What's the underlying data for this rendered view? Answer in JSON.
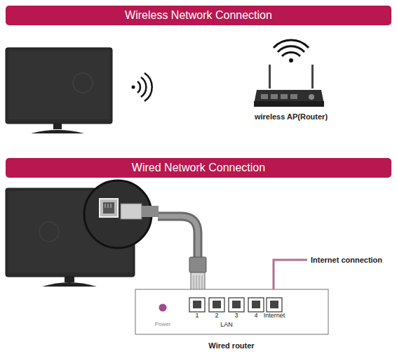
{
  "diagram": {
    "nodes": [
      {
        "text": [
          "Wireless Network Connection"
        ]
      },
      {
        "text": [
          "wireless AP(Router)"
        ]
      },
      {
        "text": [
          "Wired Network Connection"
        ]
      },
      {
        "text": [
          "Power",
          "1",
          "2",
          "3",
          "4",
          "LAN",
          "Internet",
          "Wired router"
        ]
      }
    ],
    "labels": [
      "Internet connection"
    ]
  }
}
